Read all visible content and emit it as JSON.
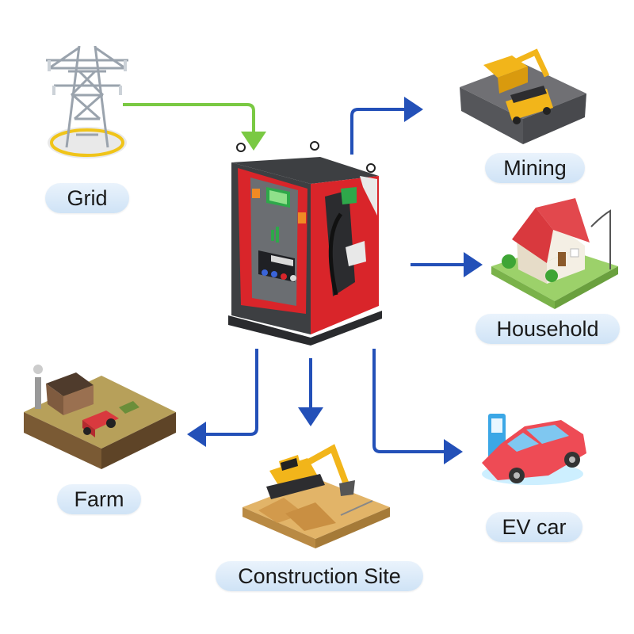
{
  "colors": {
    "grid_arrow": "#7ac943",
    "output_arrow": "#2350b8",
    "label_bg": "#d4e6f7",
    "station_red": "#d9252a",
    "station_dark": "#3d3f42"
  },
  "nodes": {
    "grid": {
      "label": "Grid",
      "icon": "transmission-tower-icon"
    },
    "station": {
      "icon": "portable-power-station-icon"
    },
    "mining": {
      "label": "Mining",
      "icon": "mining-excavator-icon"
    },
    "household": {
      "label": "Household",
      "icon": "house-icon"
    },
    "farm": {
      "label": "Farm",
      "icon": "farm-icon"
    },
    "construction": {
      "label": "Construction Site",
      "icon": "construction-excavator-icon"
    },
    "ev_car": {
      "label": "EV car",
      "icon": "ev-car-charging-icon"
    }
  },
  "edges": [
    {
      "from": "grid",
      "to": "station"
    },
    {
      "from": "station",
      "to": "mining"
    },
    {
      "from": "station",
      "to": "household"
    },
    {
      "from": "station",
      "to": "farm"
    },
    {
      "from": "station",
      "to": "construction"
    },
    {
      "from": "station",
      "to": "ev_car"
    }
  ]
}
